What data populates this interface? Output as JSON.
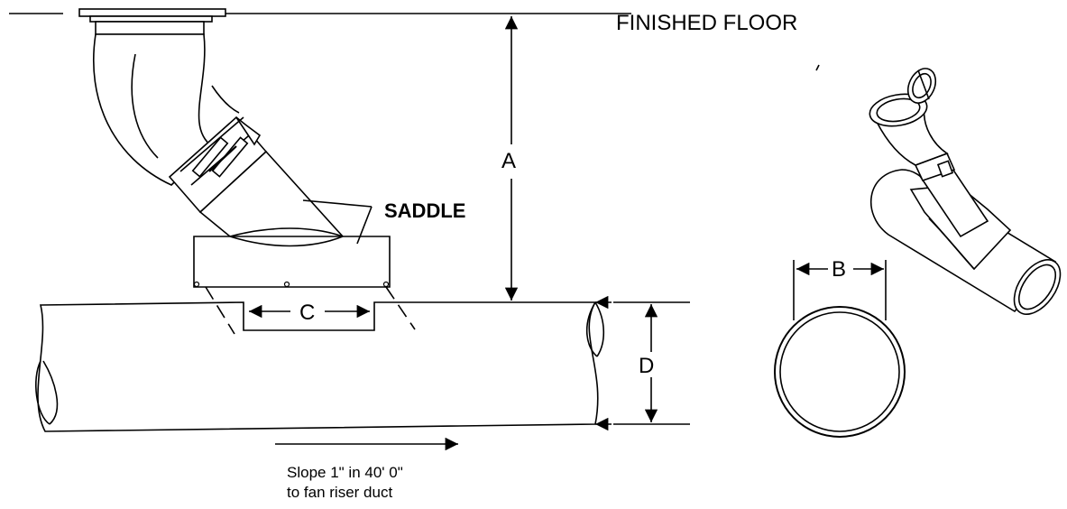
{
  "labels": {
    "finished_floor": "FINISHED FLOOR",
    "saddle": "SADDLE",
    "dim_a": "A",
    "dim_b": "B",
    "dim_c": "C",
    "dim_d": "D",
    "slope_line1": "Slope 1\" in 40' 0\"",
    "slope_line2": "to fan riser duct"
  }
}
